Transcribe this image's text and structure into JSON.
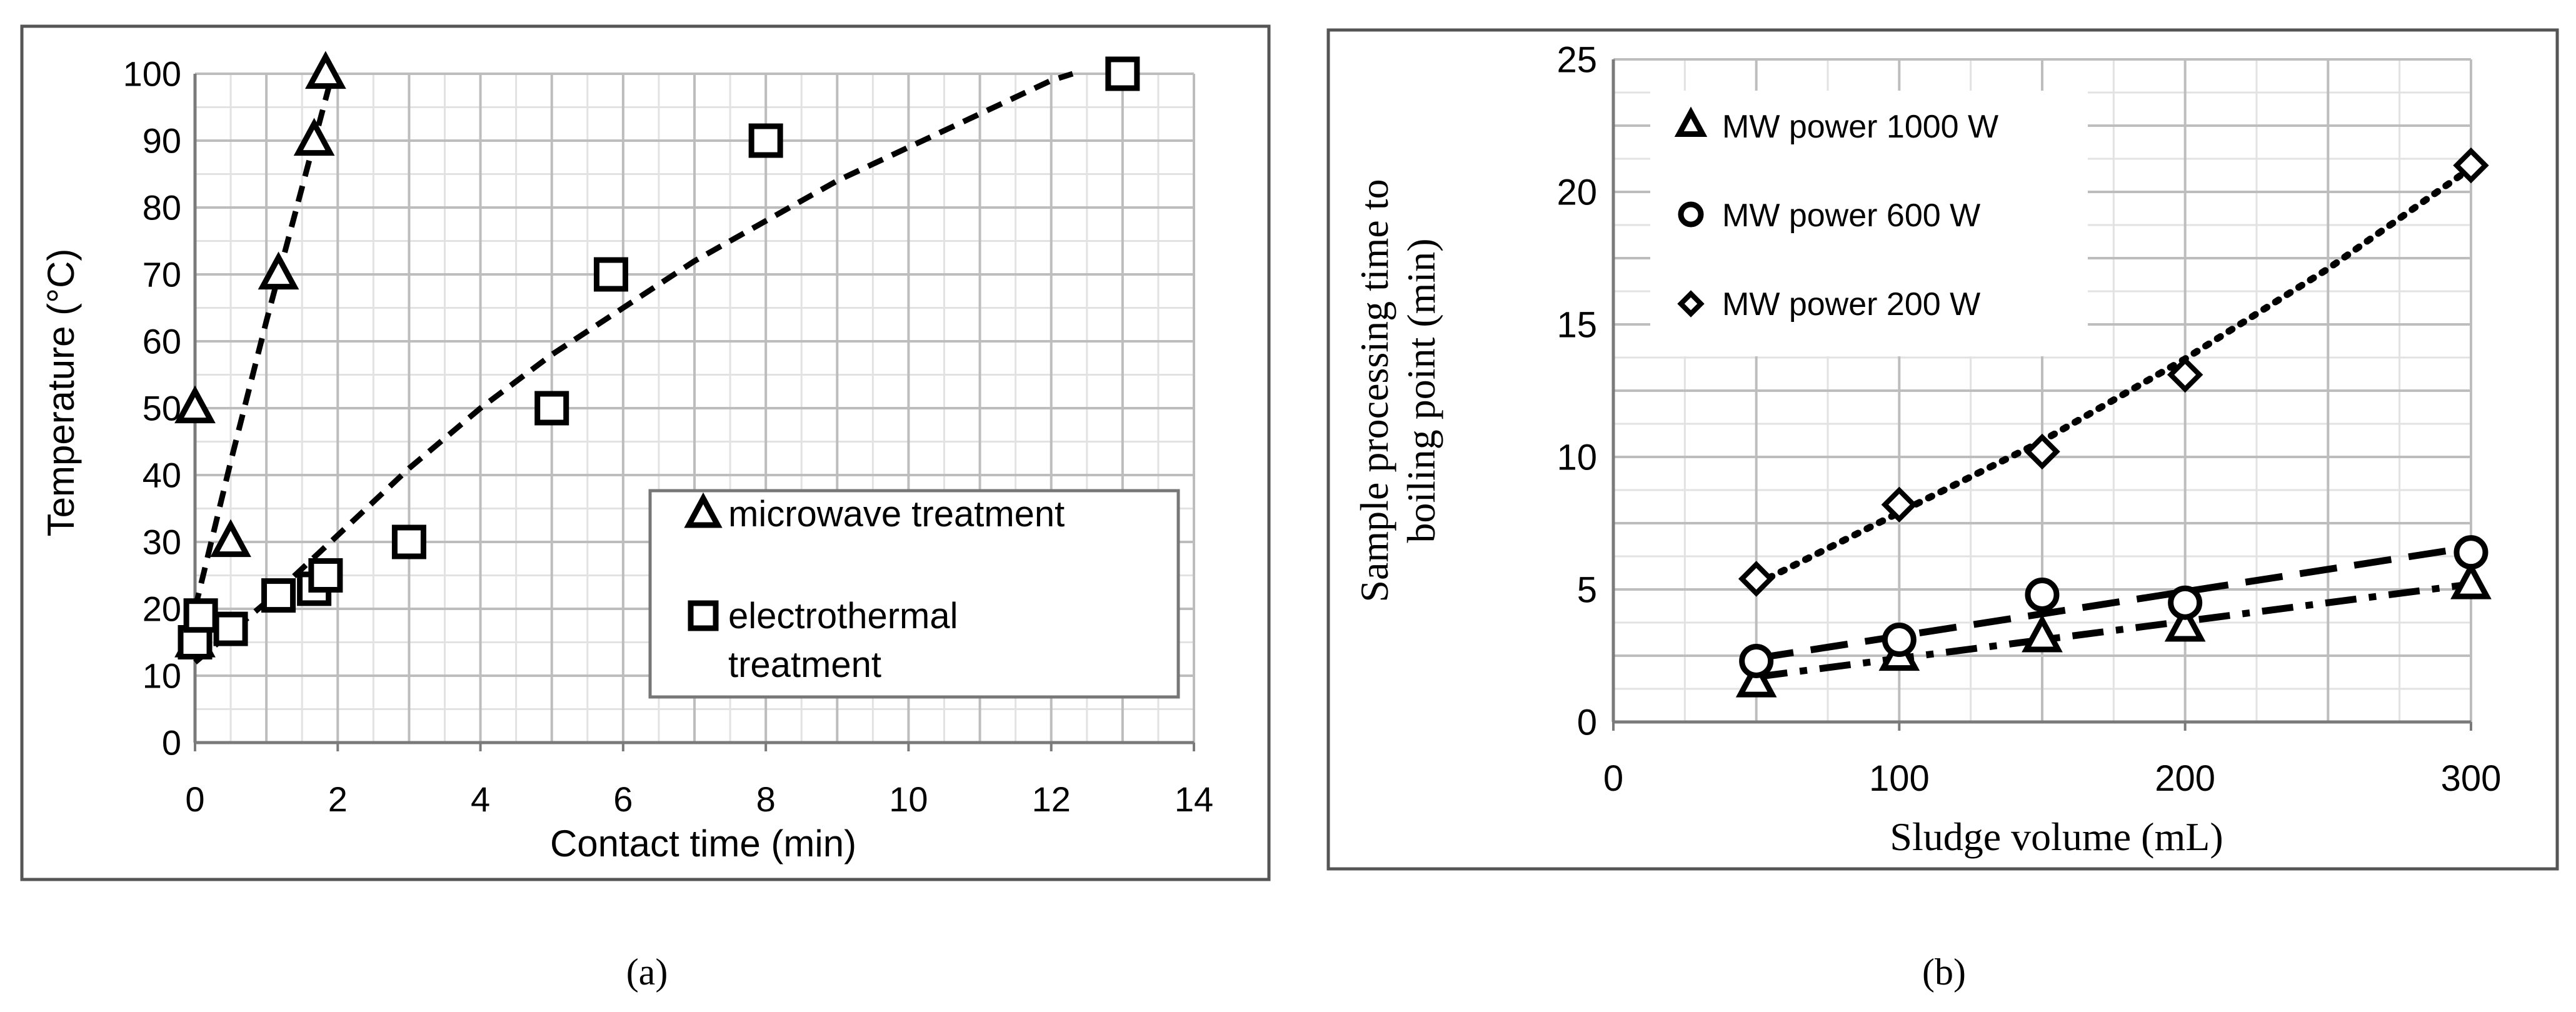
{
  "chart_data": [
    {
      "panel_label": "(a)",
      "type": "scatter",
      "title": "",
      "xlabel": "Contact time (min)",
      "ylabel": "Temperature (°C)",
      "xlim": [
        0,
        14
      ],
      "ylim": [
        0,
        100
      ],
      "x_ticks": [
        "0",
        "2",
        "4",
        "6",
        "8",
        "10",
        "12",
        "14"
      ],
      "y_ticks": [
        "0",
        "10",
        "20",
        "30",
        "40",
        "50",
        "60",
        "70",
        "80",
        "90",
        "100"
      ],
      "grid": true,
      "legend_position": "bottom-right",
      "series": [
        {
          "name": "microwave treatment",
          "marker": "triangle",
          "points": [
            [
              0,
              50
            ],
            [
              0,
              15
            ],
            [
              0.5,
              30
            ],
            [
              1.17,
              70
            ],
            [
              1.67,
              90
            ],
            [
              1.83,
              100
            ]
          ],
          "trendline": "dashed",
          "trend_points": [
            [
              0,
              20
            ],
            [
              0.5,
              42
            ],
            [
              1.0,
              63
            ],
            [
              1.5,
              83
            ],
            [
              1.9,
              99
            ]
          ]
        },
        {
          "name": "electrothermal treatment",
          "marker": "square",
          "points": [
            [
              0,
              15
            ],
            [
              0.08,
              19
            ],
            [
              0.5,
              17
            ],
            [
              1.17,
              22
            ],
            [
              1.67,
              23
            ],
            [
              1.83,
              25
            ],
            [
              3,
              30
            ],
            [
              5,
              50
            ],
            [
              5.83,
              70
            ],
            [
              8,
              90
            ],
            [
              13,
              100
            ]
          ],
          "trendline": "dashed",
          "trend_points": [
            [
              0,
              12
            ],
            [
              1,
              21
            ],
            [
              2,
              31
            ],
            [
              3,
              41
            ],
            [
              4,
              50
            ],
            [
              5,
              58
            ],
            [
              6,
              65
            ],
            [
              7,
              72
            ],
            [
              8,
              78
            ],
            [
              9,
              84
            ],
            [
              10,
              89
            ],
            [
              11,
              94
            ],
            [
              12,
              99
            ],
            [
              12.3,
              100
            ]
          ]
        }
      ]
    },
    {
      "panel_label": "(b)",
      "type": "scatter",
      "title": "",
      "xlabel": "Sludge volume (mL)",
      "ylabel": "Sample processing time to boiling point (min)",
      "ylabel_lines": [
        "Sample processing time to",
        "boiling point (min)"
      ],
      "xlim": [
        0,
        300
      ],
      "ylim": [
        0,
        25
      ],
      "x_ticks": [
        "0",
        "100",
        "200",
        "300"
      ],
      "y_ticks": [
        "0",
        "5",
        "10",
        "15",
        "20",
        "25"
      ],
      "grid": true,
      "legend_position": "top-left",
      "series": [
        {
          "name": "MW power 1000 W",
          "marker": "triangle",
          "points": [
            [
              50,
              1.5
            ],
            [
              100,
              2.5
            ],
            [
              150,
              3.2
            ],
            [
              200,
              3.6
            ],
            [
              300,
              5.2
            ]
          ],
          "trendline": "dash-dot",
          "trend_points": [
            [
              50,
              1.7
            ],
            [
              300,
              5.2
            ]
          ]
        },
        {
          "name": "MW power 600 W",
          "marker": "circle",
          "points": [
            [
              50,
              2.3
            ],
            [
              100,
              3.1
            ],
            [
              150,
              4.8
            ],
            [
              200,
              4.5
            ],
            [
              300,
              6.4
            ]
          ],
          "trendline": "long-dash",
          "trend_points": [
            [
              50,
              2.4
            ],
            [
              300,
              6.6
            ]
          ]
        },
        {
          "name": "MW power 200 W",
          "marker": "diamond",
          "points": [
            [
              50,
              5.4
            ],
            [
              100,
              8.2
            ],
            [
              150,
              10.2
            ],
            [
              200,
              13.1
            ],
            [
              300,
              21.0
            ]
          ],
          "trendline": "dotted",
          "trend_points": [
            [
              50,
              5.2
            ],
            [
              100,
              7.9
            ],
            [
              150,
              10.6
            ],
            [
              200,
              13.7
            ],
            [
              250,
              17.1
            ],
            [
              300,
              20.9
            ]
          ]
        }
      ]
    }
  ]
}
